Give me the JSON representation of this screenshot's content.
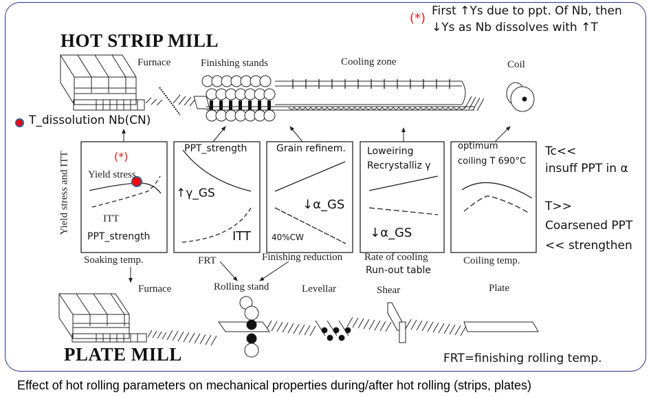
{
  "hot_strip_mill": {
    "title": "HOT STRIP MILL",
    "labels": {
      "furnace": "Furnace",
      "finishing_stands": "Finishing stands",
      "cooling_zone": "Cooling zone",
      "coil": "Coil"
    }
  },
  "plate_mill": {
    "title": "PLATE MILL",
    "labels": {
      "furnace": "Furnace",
      "rolling_stand": "Rolling stand",
      "levellar": "Levellar",
      "shear": "Shear",
      "plate": "Plate"
    }
  },
  "annotations": {
    "top_note_marker": "(*)",
    "top_note_line1": "First ↑Ys due to ppt. Of Nb, then",
    "top_note_line2": "↓Ys as Nb dissolves with ↑T",
    "dissolution_label": "T_dissolution Nb(CN)",
    "right_note_1": "Tc<<",
    "right_note_2": "insuff PPT in α",
    "right_note_3": "T>>",
    "right_note_4": "Coarsened PPT",
    "right_note_5": "<< strengthen",
    "frt_definition": "FRT=finishing rolling temp.",
    "marker_color": "#ff0000",
    "marker_border": "#3a5a8c"
  },
  "y_axis_label": "Yield stress and ITT",
  "panels": [
    {
      "id": "soaking",
      "xlabel": "Soaking temp.",
      "marker": "(*)",
      "curve_labels": [
        "Yield stress",
        "ITT"
      ],
      "note": "PPT_strength"
    },
    {
      "id": "frt",
      "xlabel": "FRT",
      "top_note": "PPT_strength",
      "mid_note": "↑γ_GS",
      "bottom_note": "ITT"
    },
    {
      "id": "finishing-reduction",
      "xlabel": "Finishing reduction",
      "top_note": "Grain refinem.",
      "mid_note": "↓α_GS",
      "bottom_note": "40%CW"
    },
    {
      "id": "cooling-rate",
      "xlabel": "Rate of cooling",
      "xlabel2": "Run-out table",
      "top_note_1": "Loweiring",
      "top_note_2": "Recrystalliz  γ",
      "bottom_note": "↓α_GS"
    },
    {
      "id": "coiling",
      "xlabel": "Coiling temp.",
      "top_note_1": "optimum",
      "top_note_2": "coiling T 690°C"
    }
  ],
  "caption": "Effect of hot rolling parameters on mechanical properties during/after hot rolling (strips, plates)"
}
